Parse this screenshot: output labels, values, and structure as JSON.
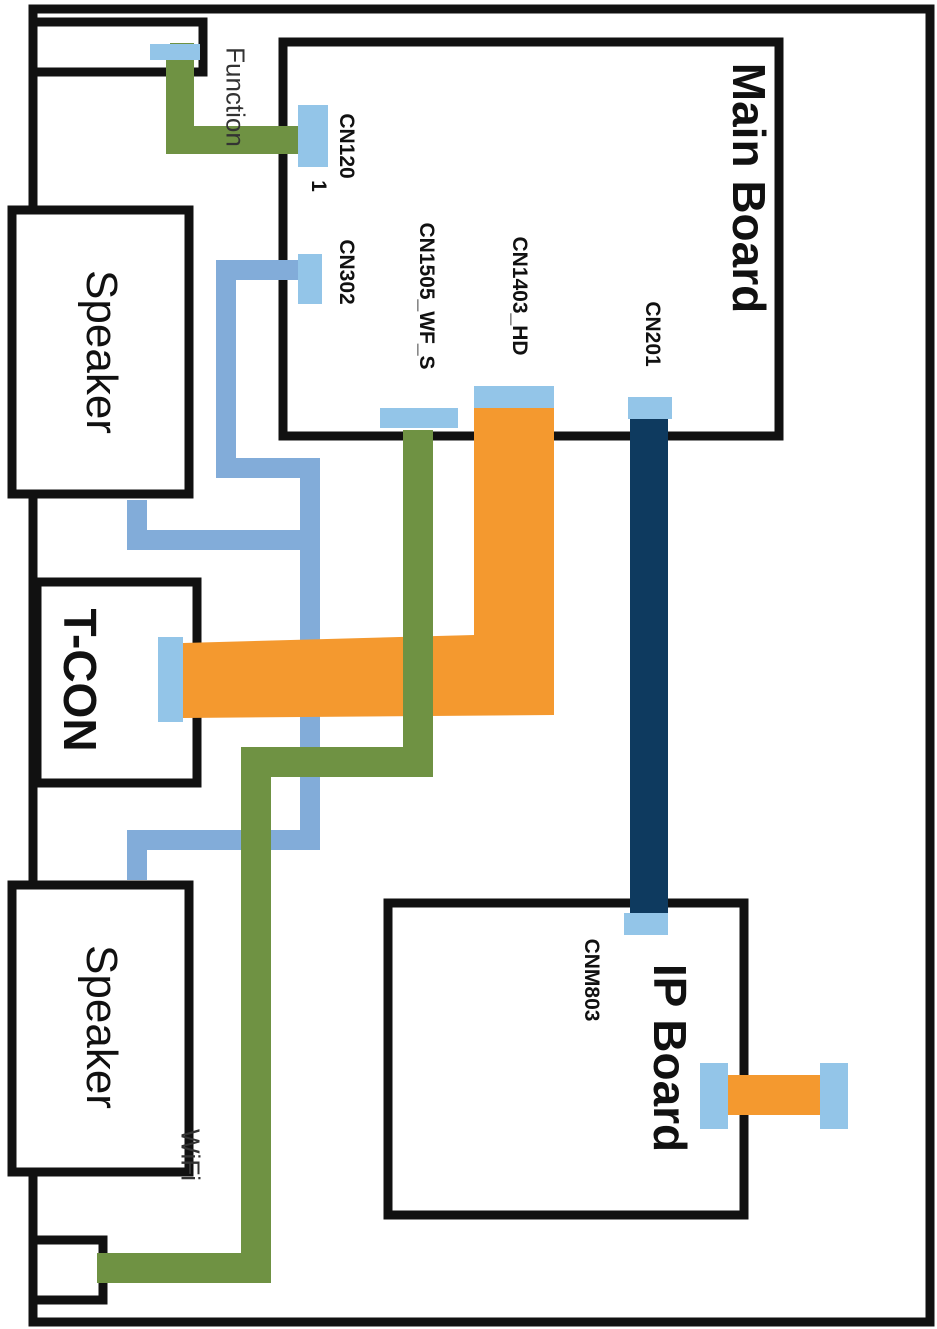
{
  "colors": {
    "outline": "#111111",
    "connector": "#93c5e8",
    "green_cable": "#6f9243",
    "orange_cable": "#f4992f",
    "blue_cable": "#82acd9",
    "navy_cable": "#0e3a5f"
  },
  "boards": {
    "main_board": "Main Board",
    "ip_board": "IP Board",
    "tcon": "T-CON",
    "speaker_top": "Speaker",
    "speaker_bottom": "Speaker"
  },
  "connectors": {
    "cn1201": "CN120",
    "cn1201_suffix": "1",
    "cn302": "CN302",
    "cn1505": "CN1505_WF_S",
    "cn1403": "CN1403_HD",
    "cn201": "CN201",
    "cnm803": "CNM803"
  },
  "modules": {
    "function": "Function",
    "wifi": "WiFi"
  }
}
